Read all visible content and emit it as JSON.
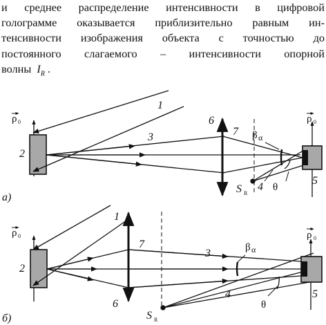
{
  "paragraph": {
    "line1": "и среднее распределение интенсивности в цифровой",
    "line2": "голограмме оказывается приблизительно равным ин-",
    "line3": "тенсивности изображения объекта с точностью до",
    "line4": "постоянного слагаемого – интенсивности опорной",
    "line5_prefix": "волны",
    "line5_symbol": "I",
    "line5_subscript": "R",
    "line5_suffix": "."
  },
  "figure_a": {
    "panel_label": "а)",
    "object_number": "2",
    "ray_number_1": "1",
    "ray_number_3": "3",
    "lens_number_6": "6",
    "lens_number_7": "7",
    "camera_number_5": "5",
    "source_number_4": "4",
    "source_label": "S",
    "source_sub": "R",
    "angle_beta": "β",
    "angle_beta_sub": "α",
    "angle_theta": "θ",
    "rho_left": "ρ",
    "rho_left_sub": "0",
    "rho_right": "ρ",
    "rho_right_sub": "0",
    "rho_right_prime": "′"
  },
  "figure_b": {
    "panel_label": "б)",
    "object_number": "2",
    "ray_number_1": "1",
    "ray_number_3": "3",
    "lens_number_6": "6",
    "lens_number_7": "7",
    "camera_number_5": "5",
    "source_number_4": "4",
    "source_label": "S",
    "source_sub": "R",
    "angle_beta": "β",
    "angle_beta_sub": "α",
    "angle_theta": "θ",
    "rho_left": "ρ",
    "rho_left_sub": "0",
    "rho_right": "ρ",
    "rho_right_sub": "0",
    "rho_right_prime": "′"
  }
}
